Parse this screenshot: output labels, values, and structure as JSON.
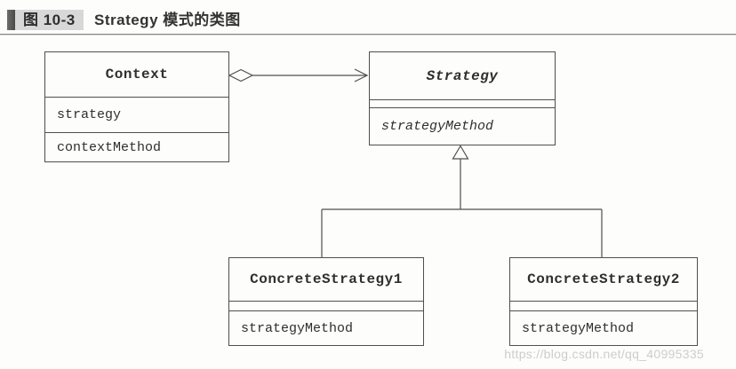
{
  "header": {
    "figure_label": "图 10-3",
    "title": "Strategy 模式的类图"
  },
  "diagram": {
    "classes": {
      "context": {
        "name": "Context",
        "attributes": [
          "strategy"
        ],
        "methods": [
          "contextMethod"
        ]
      },
      "strategy": {
        "name": "Strategy",
        "abstract": true,
        "attributes": [],
        "methods": [
          "strategyMethod"
        ]
      },
      "concrete1": {
        "name": "ConcreteStrategy1",
        "attributes": [],
        "methods": [
          "strategyMethod"
        ]
      },
      "concrete2": {
        "name": "ConcreteStrategy2",
        "attributes": [],
        "methods": [
          "strategyMethod"
        ]
      }
    },
    "relations": [
      {
        "type": "aggregation",
        "from": "Context",
        "to": "Strategy",
        "marker_from": "hollow-diamond",
        "marker_to": "open-arrow"
      },
      {
        "type": "generalization",
        "from": "ConcreteStrategy1",
        "to": "Strategy",
        "marker_to": "hollow-triangle"
      },
      {
        "type": "generalization",
        "from": "ConcreteStrategy2",
        "to": "Strategy",
        "marker_to": "hollow-triangle"
      }
    ]
  },
  "watermark": "https://blog.csdn.net/qq_40995335",
  "colors": {
    "accent_bar": "#5a5a5a",
    "label_background": "#d8d8d8",
    "line": "#4f4f4f",
    "text": "#2f2f2f",
    "watermark": "#cdcdcd"
  }
}
